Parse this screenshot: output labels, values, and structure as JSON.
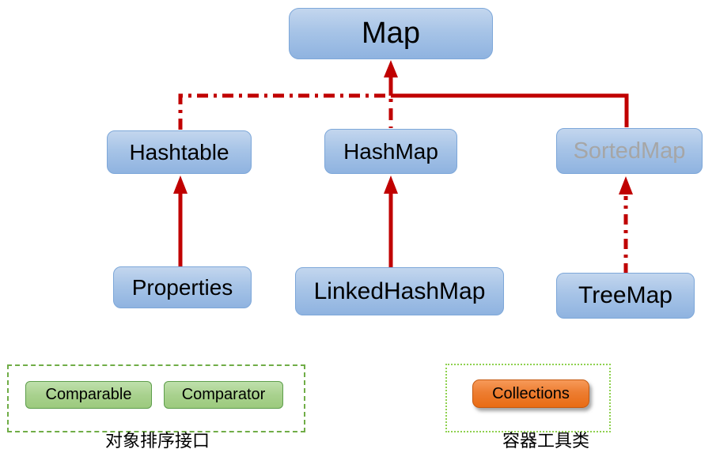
{
  "diagram": {
    "title_hint": "Java Map hierarchy diagram",
    "nodes": {
      "map": {
        "label": "Map"
      },
      "hashtable": {
        "label": "Hashtable"
      },
      "hashmap": {
        "label": "HashMap"
      },
      "sortedmap": {
        "label": "SortedMap"
      },
      "properties": {
        "label": "Properties"
      },
      "linkedhashmap": {
        "label": "LinkedHashMap"
      },
      "treemap": {
        "label": "TreeMap"
      }
    },
    "edges": [
      {
        "from": "hashtable",
        "to": "map",
        "style": "dash-dot"
      },
      {
        "from": "hashmap",
        "to": "map",
        "style": "dash-dot"
      },
      {
        "from": "sortedmap",
        "to": "map",
        "style": "solid"
      },
      {
        "from": "properties",
        "to": "hashtable",
        "style": "solid"
      },
      {
        "from": "linkedhashmap",
        "to": "hashmap",
        "style": "solid"
      },
      {
        "from": "treemap",
        "to": "sortedmap",
        "style": "dash-dot"
      }
    ],
    "groups": {
      "sorting": {
        "caption": "对象排序接口",
        "items": [
          {
            "label": "Comparable"
          },
          {
            "label": "Comparator"
          }
        ]
      },
      "utility": {
        "caption": "容器工具类",
        "items": [
          {
            "label": "Collections"
          }
        ]
      }
    },
    "colors": {
      "node_fill_top": "#c3d6ee",
      "node_fill_bottom": "#8fb3e0",
      "node_border": "#7da7d9",
      "arrow_red": "#c00000",
      "green_fill": "#a9d18e",
      "green_border": "#5e9e4c",
      "sorting_group_border": "#70ad47",
      "utility_group_border": "#8fd14f",
      "orange_fill": "#ed7d31",
      "orange_border": "#c55a11",
      "sortedmap_text": "#a6a6a6"
    }
  }
}
